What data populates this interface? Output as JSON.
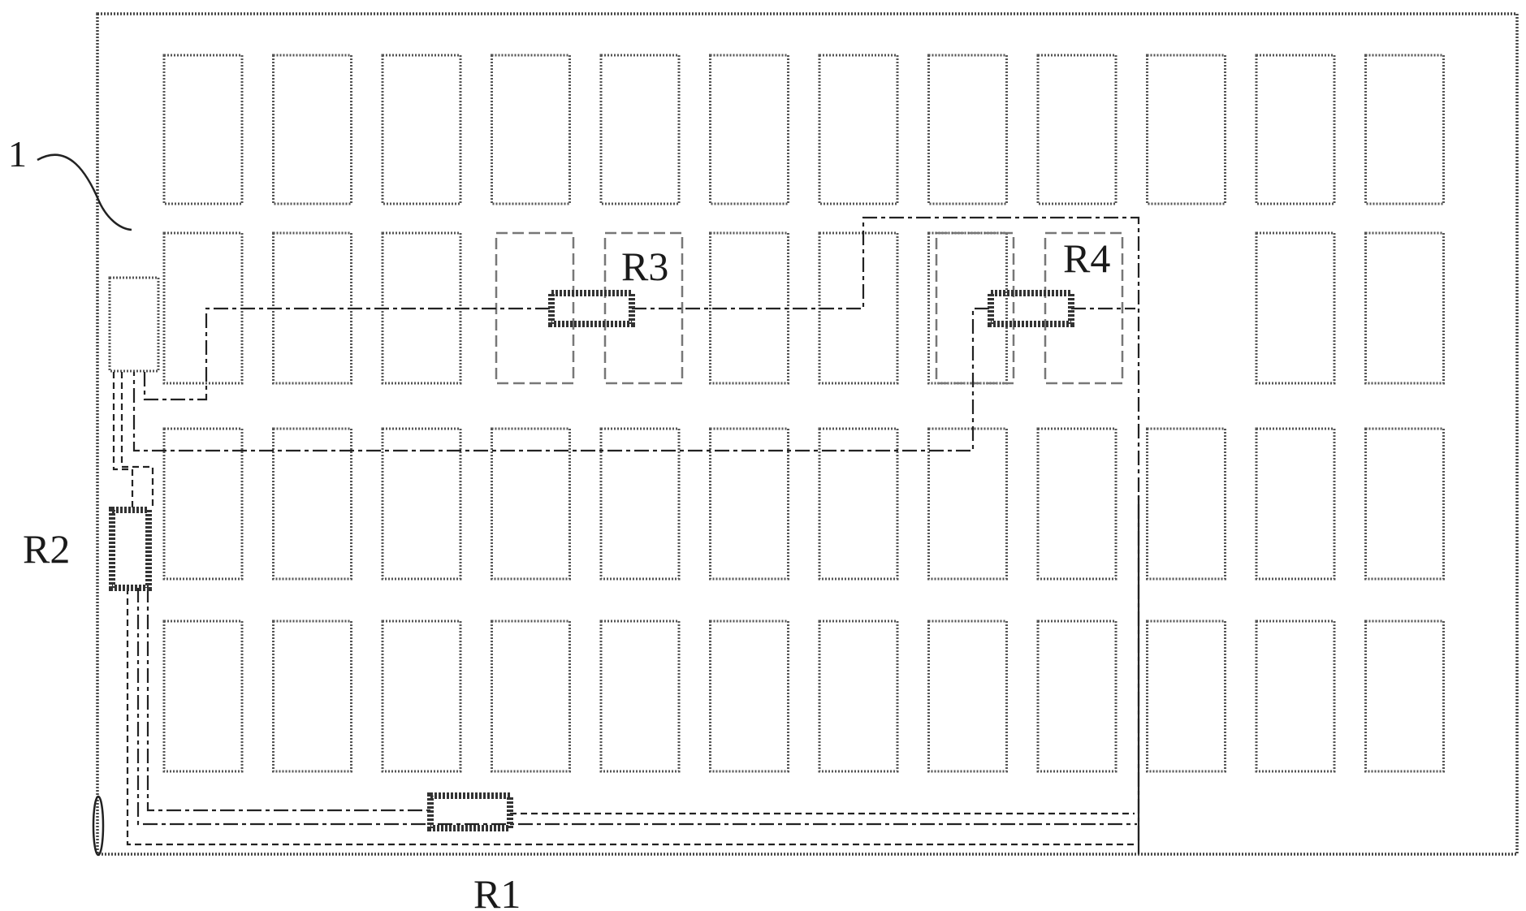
{
  "figure": {
    "reference_numeral": "1",
    "labels": {
      "r1": "R1",
      "r2": "R2",
      "r3": "R3",
      "r4": "R4"
    }
  },
  "grid": {
    "rows": 4,
    "columns": 12
  }
}
